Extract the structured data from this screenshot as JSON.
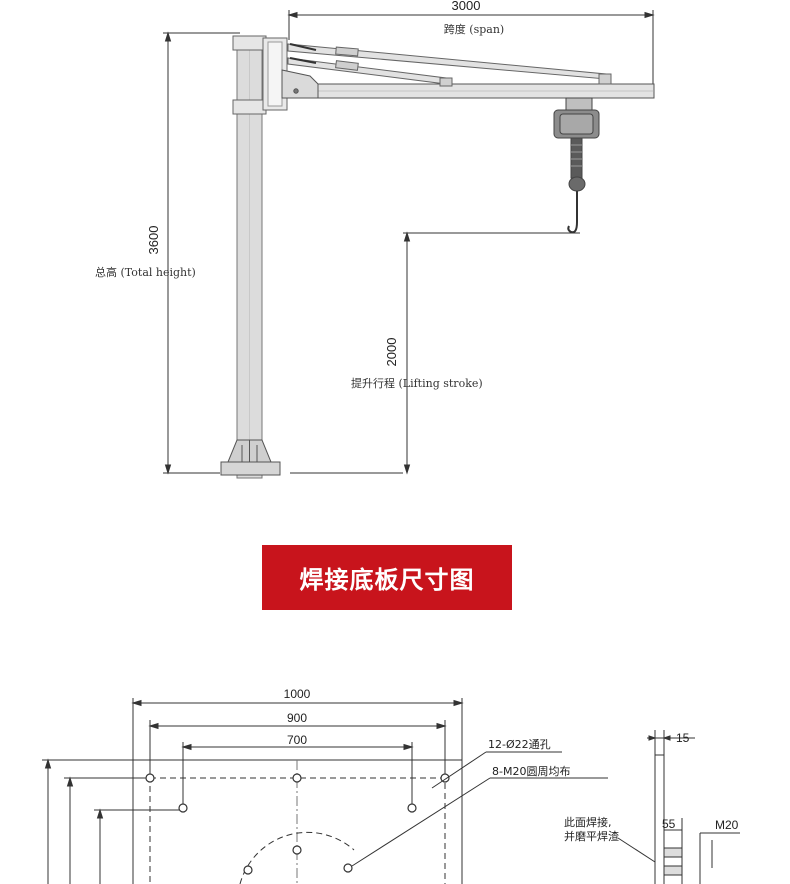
{
  "crane": {
    "span_value": "3000",
    "span_label": "跨度 (span)",
    "height_value": "3600",
    "height_label": "总高 (Total height)",
    "stroke_value": "2000",
    "stroke_label": "提升行程 (Lifting stroke)"
  },
  "banner": {
    "title": "焊接底板尺寸图"
  },
  "baseplate": {
    "dim_1000": "1000",
    "dim_900": "900",
    "dim_700": "700",
    "holes_label": "12-Ø22通孔",
    "bolts_label": "8-M20圆周均布",
    "thickness": "15",
    "dim_55": "55",
    "bolt_m20": "M20",
    "weld_note_1": "此面焊接,",
    "weld_note_2": "并磨平焊渣"
  }
}
